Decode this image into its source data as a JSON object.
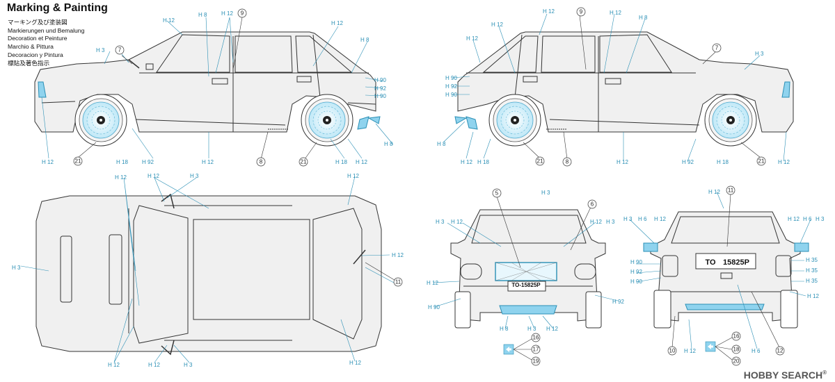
{
  "header": {
    "title": "Marking & Painting",
    "lines": [
      "マーキング及び塗装図",
      "Markierungen und Bemalung",
      "Decoration et Peinture",
      "Marchio & Pittura",
      "Decoracion y Pintura",
      "標貼及著色指示"
    ]
  },
  "plates": {
    "front": "TO-15825P",
    "rear_prefix": "TO",
    "rear_number": "15825P"
  },
  "watermark": {
    "brand": "HOBBY SEARCH",
    "reg": "®"
  },
  "colors": {
    "callout_blue": "#2a8fb5",
    "fill_blue": "#8fd3ee",
    "line": "#333333",
    "body": "#f0f0f0"
  },
  "callouts": [
    "H 3",
    "H 6",
    "H 8",
    "H 12",
    "H 18",
    "H 35",
    "H 90",
    "H 92"
  ],
  "part_numbers": [
    "5",
    "6",
    "7",
    "8",
    "9",
    "10",
    "11",
    "12",
    "16",
    "17",
    "18",
    "19",
    "20",
    "21"
  ]
}
